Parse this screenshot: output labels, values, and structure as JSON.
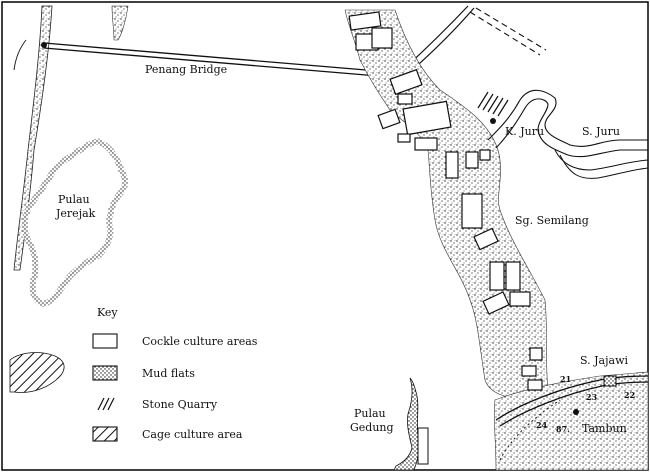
{
  "map": {
    "labels": {
      "bridge": "Penang Bridge",
      "island_jerejak": [
        "Pulau",
        "Jerejak"
      ],
      "island_gedung": [
        "Pulau",
        "Gedung"
      ],
      "k_juru": "K. Juru",
      "s_juru": "S. Juru",
      "sg_semilang": "Sg. Semilang",
      "s_jajawi": "S. Jajawi",
      "tambun": "Tambun",
      "station_21": "21",
      "station_22": "22",
      "station_23": "23",
      "station_24": "24",
      "station_87": "87."
    },
    "key": {
      "title": "Key",
      "items": [
        {
          "symbol": "cockle-box",
          "label": "Cockle culture areas"
        },
        {
          "symbol": "mud-stipple",
          "label": "Mud flats"
        },
        {
          "symbol": "quarry-hatch",
          "label": "Stone Quarry"
        },
        {
          "symbol": "cage-hatch",
          "label": "Cage culture area"
        }
      ]
    }
  }
}
